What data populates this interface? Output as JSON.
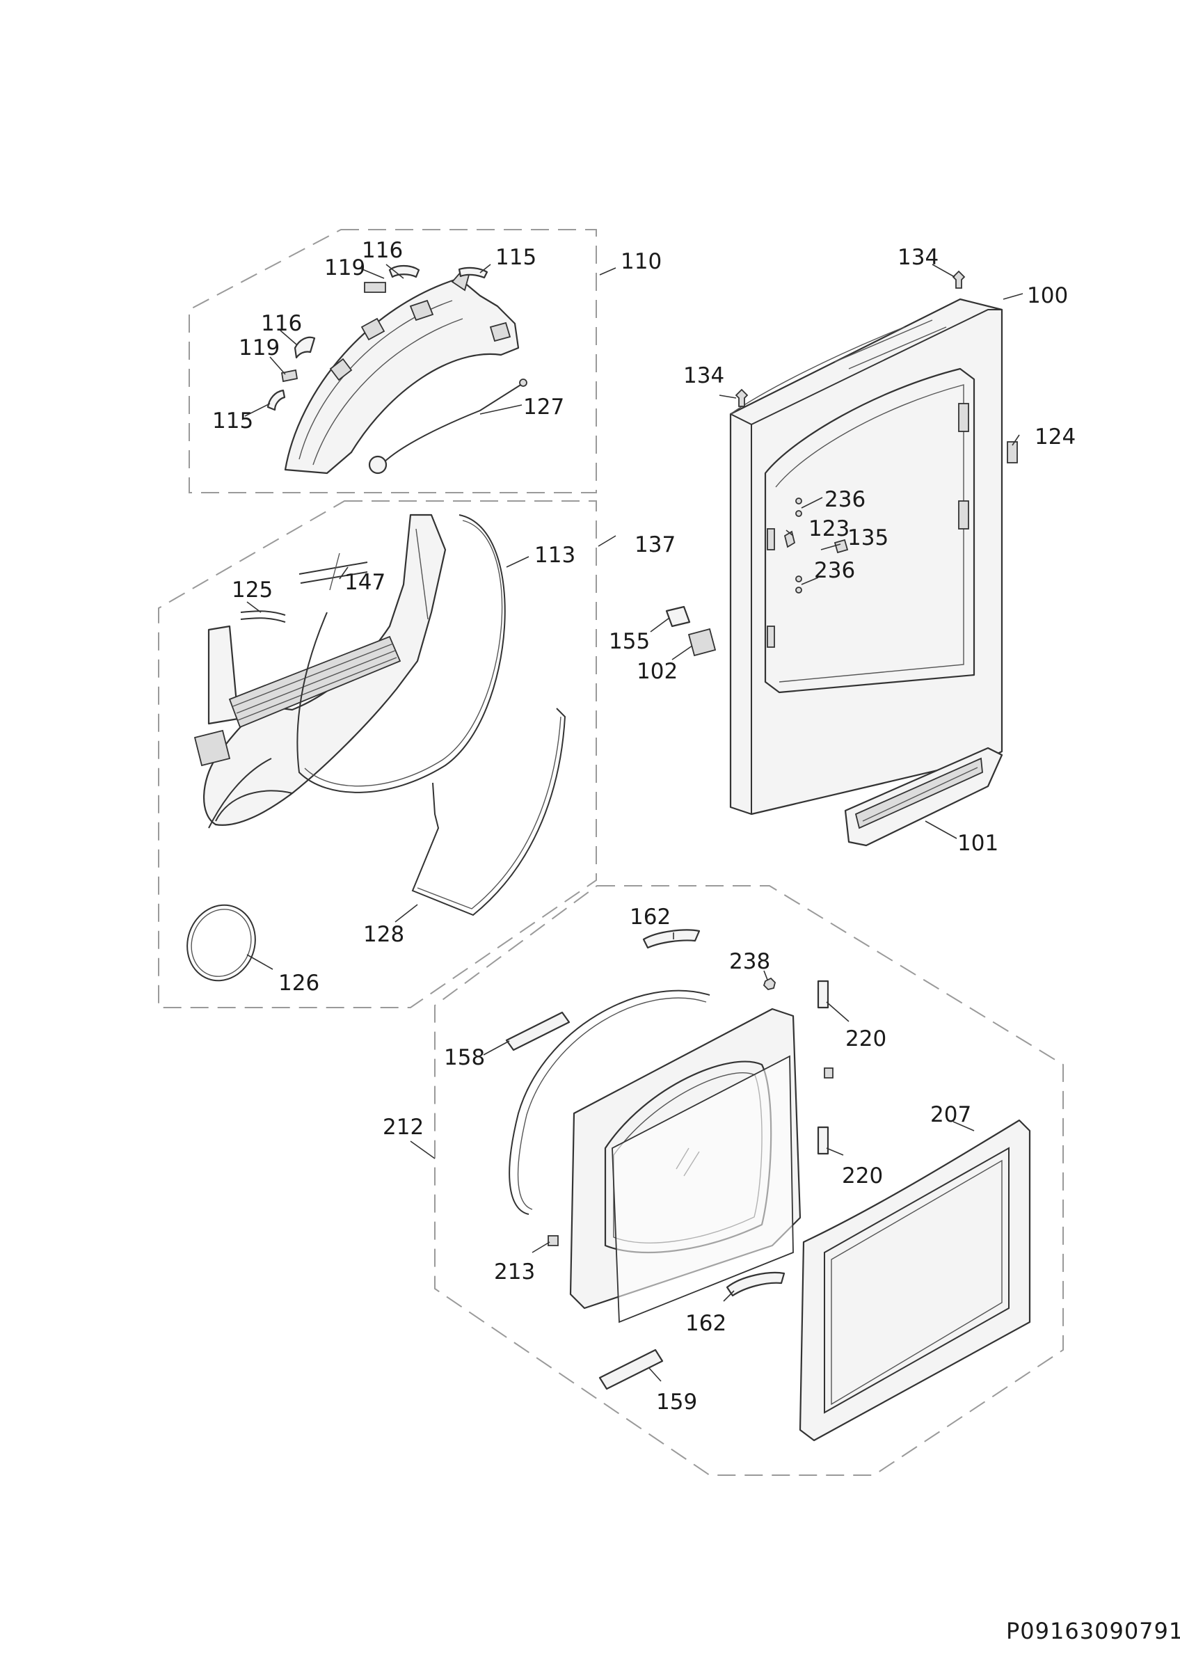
{
  "labels": {
    "l100": "100",
    "l101": "101",
    "l102": "102",
    "l110": "110",
    "l113": "113",
    "l115a": "115",
    "l115b": "115",
    "l116a": "116",
    "l116b": "116",
    "l119a": "119",
    "l119b": "119",
    "l123": "123",
    "l124": "124",
    "l125": "125",
    "l126": "126",
    "l127": "127",
    "l128": "128",
    "l134a": "134",
    "l134b": "134",
    "l135": "135",
    "l137": "137",
    "l147": "147",
    "l155": "155",
    "l158": "158",
    "l159": "159",
    "l162a": "162",
    "l162b": "162",
    "l207": "207",
    "l212": "212",
    "l213": "213",
    "l220a": "220",
    "l220b": "220",
    "l236a": "236",
    "l236b": "236",
    "l238": "238"
  },
  "drawing_code": "P09163090791"
}
